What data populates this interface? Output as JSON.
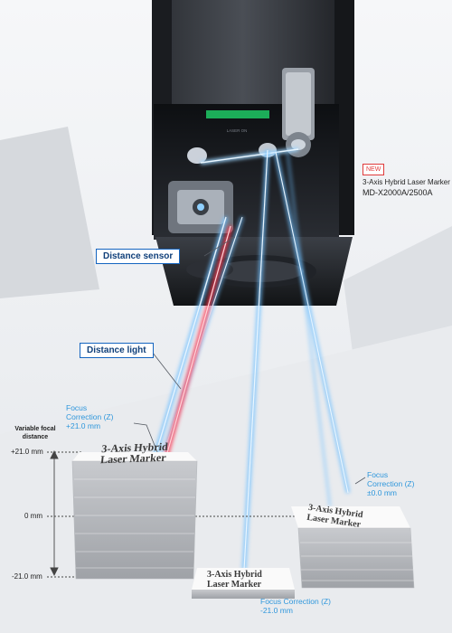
{
  "product": {
    "new_badge": "NEW",
    "line1": "3-Axis Hybrid Laser Marker",
    "line2": "MD-X2000A/2500A"
  },
  "machine": {
    "window_label": "LASER ON"
  },
  "callouts": {
    "distance_sensor": "Distance sensor",
    "distance_light": "Distance light"
  },
  "focus": {
    "top": {
      "line1": "Focus",
      "line2": "Correction (Z)",
      "line3": "+21.0 mm"
    },
    "middle": {
      "line1": "Focus",
      "line2": "Correction (Z)",
      "line3": "±0.0 mm"
    },
    "bottom": {
      "line1": "Focus Correction (Z)",
      "line2": "-21.0 mm"
    }
  },
  "axis": {
    "title_line1": "Variable focal",
    "title_line2": "distance",
    "ticks": [
      "+21.0 mm",
      "0 mm",
      "-21.0 mm"
    ]
  },
  "stacks": {
    "marking_line1": "3-Axis Hybrid",
    "marking_line2": "Laser Marker",
    "marking_single_line1": "3-Axis Hybrid",
    "marking_single_line2": "Laser Marker"
  },
  "colors": {
    "callout_border": "#1565c0",
    "focus_text": "#2f97dc",
    "laser_red": "#ff3b52",
    "beam_blue": "#5fb6ff",
    "new_badge": "#e03b3b"
  }
}
